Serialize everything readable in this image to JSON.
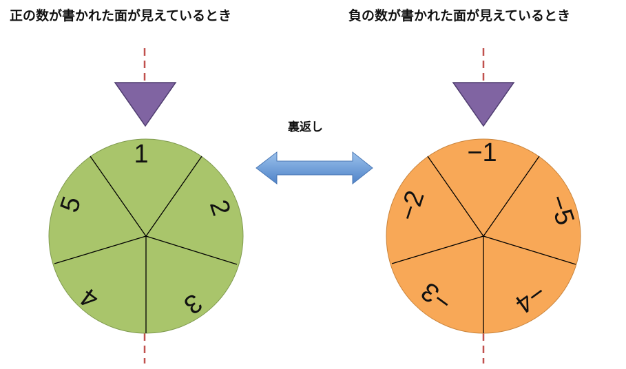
{
  "headings": {
    "left": "正の数が書かれた面が見えているとき",
    "right": "負の数が書かれた面が見えているとき"
  },
  "flip_label": "裏返し",
  "colors": {
    "positive_face": "#a9c56b",
    "negative_face": "#f8a857",
    "pointer": "#8064a2",
    "axis_dash": "#c0504d",
    "arrow": "#6e9fd8"
  },
  "wheels": {
    "positive": {
      "labels": [
        "1",
        "2",
        "3",
        "4",
        "5"
      ]
    },
    "negative": {
      "labels": [
        "−1",
        "−5",
        "−4",
        "−3",
        "−2"
      ]
    }
  }
}
